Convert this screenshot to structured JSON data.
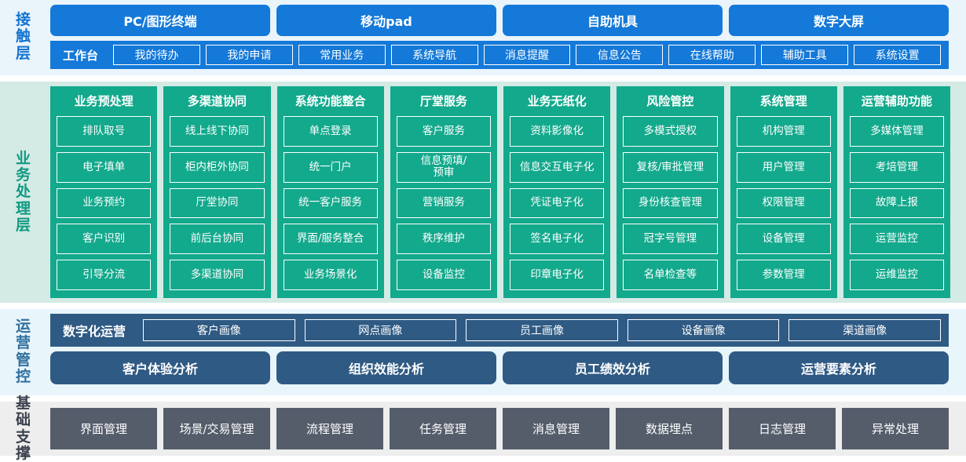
{
  "layers": {
    "contact": {
      "label": "接触层",
      "accent": "#1479d8",
      "background": "#eaf4fb",
      "channels": [
        {
          "label": "PC/图形终端"
        },
        {
          "label": "移动pad"
        },
        {
          "label": "自助机具"
        },
        {
          "label": "数字大屏"
        }
      ],
      "bar_title": "工作台",
      "items": [
        {
          "label": "我的待办"
        },
        {
          "label": "我的申请"
        },
        {
          "label": "常用业务"
        },
        {
          "label": "系统导航"
        },
        {
          "label": "消息提醒"
        },
        {
          "label": "信息公告"
        },
        {
          "label": "在线帮助"
        },
        {
          "label": "辅助工具"
        },
        {
          "label": "系统设置"
        }
      ]
    },
    "business": {
      "label": "业务处理层",
      "accent": "#13a98c",
      "background": "#d4eae5",
      "columns": [
        {
          "title": "业务预处理",
          "items": [
            {
              "label": "排队取号"
            },
            {
              "label": "电子填单"
            },
            {
              "label": "业务预约"
            },
            {
              "label": "客户识别"
            },
            {
              "label": "引导分流"
            }
          ]
        },
        {
          "title": "多渠道协同",
          "items": [
            {
              "label": "线上线下协同"
            },
            {
              "label": "柜内柜外协同"
            },
            {
              "label": "厅堂协同"
            },
            {
              "label": "前后台协同"
            },
            {
              "label": "多渠道协同"
            }
          ]
        },
        {
          "title": "系统功能整合",
          "items": [
            {
              "label": "单点登录"
            },
            {
              "label": "统一门户"
            },
            {
              "label": "统一客户服务"
            },
            {
              "label": "界面/服务整合"
            },
            {
              "label": "业务场景化"
            }
          ]
        },
        {
          "title": "厅堂服务",
          "items": [
            {
              "label": "客户服务"
            },
            {
              "label": "信息预填/\n预审"
            },
            {
              "label": "营销服务"
            },
            {
              "label": "秩序维护"
            },
            {
              "label": "设备监控"
            }
          ]
        },
        {
          "title": "业务无纸化",
          "items": [
            {
              "label": "资料影像化"
            },
            {
              "label": "信息交互电子化"
            },
            {
              "label": "凭证电子化"
            },
            {
              "label": "签名电子化"
            },
            {
              "label": "印章电子化"
            }
          ]
        },
        {
          "title": "风险管控",
          "items": [
            {
              "label": "多模式授权"
            },
            {
              "label": "复核/审批管理"
            },
            {
              "label": "身份核查管理"
            },
            {
              "label": "冠字号管理"
            },
            {
              "label": "名单检查等"
            }
          ]
        },
        {
          "title": "系统管理",
          "items": [
            {
              "label": "机构管理"
            },
            {
              "label": "用户管理"
            },
            {
              "label": "权限管理"
            },
            {
              "label": "设备管理"
            },
            {
              "label": "参数管理"
            }
          ]
        },
        {
          "title": "运营辅助功能",
          "items": [
            {
              "label": "多媒体管理"
            },
            {
              "label": "考培管理"
            },
            {
              "label": "故障上报"
            },
            {
              "label": "运营监控"
            },
            {
              "label": "运维监控"
            }
          ]
        }
      ]
    },
    "operations": {
      "label": "运营管控",
      "accent": "#2f5a84",
      "background": "#e8f5fb",
      "bar_title": "数字化运营",
      "portraits": [
        {
          "label": "客户画像"
        },
        {
          "label": "网点画像"
        },
        {
          "label": "员工画像"
        },
        {
          "label": "设备画像"
        },
        {
          "label": "渠道画像"
        }
      ],
      "analyses": [
        {
          "label": "客户体验分析"
        },
        {
          "label": "组织效能分析"
        },
        {
          "label": "员工绩效分析"
        },
        {
          "label": "运营要素分析"
        }
      ]
    },
    "base": {
      "label": "基础支撑",
      "accent": "#555d6b",
      "background": "#eeeeee",
      "items": [
        {
          "label": "界面管理"
        },
        {
          "label": "场景/交易管理"
        },
        {
          "label": "流程管理"
        },
        {
          "label": "任务管理"
        },
        {
          "label": "消息管理"
        },
        {
          "label": "数据埋点"
        },
        {
          "label": "日志管理"
        },
        {
          "label": "异常处理"
        }
      ]
    }
  }
}
